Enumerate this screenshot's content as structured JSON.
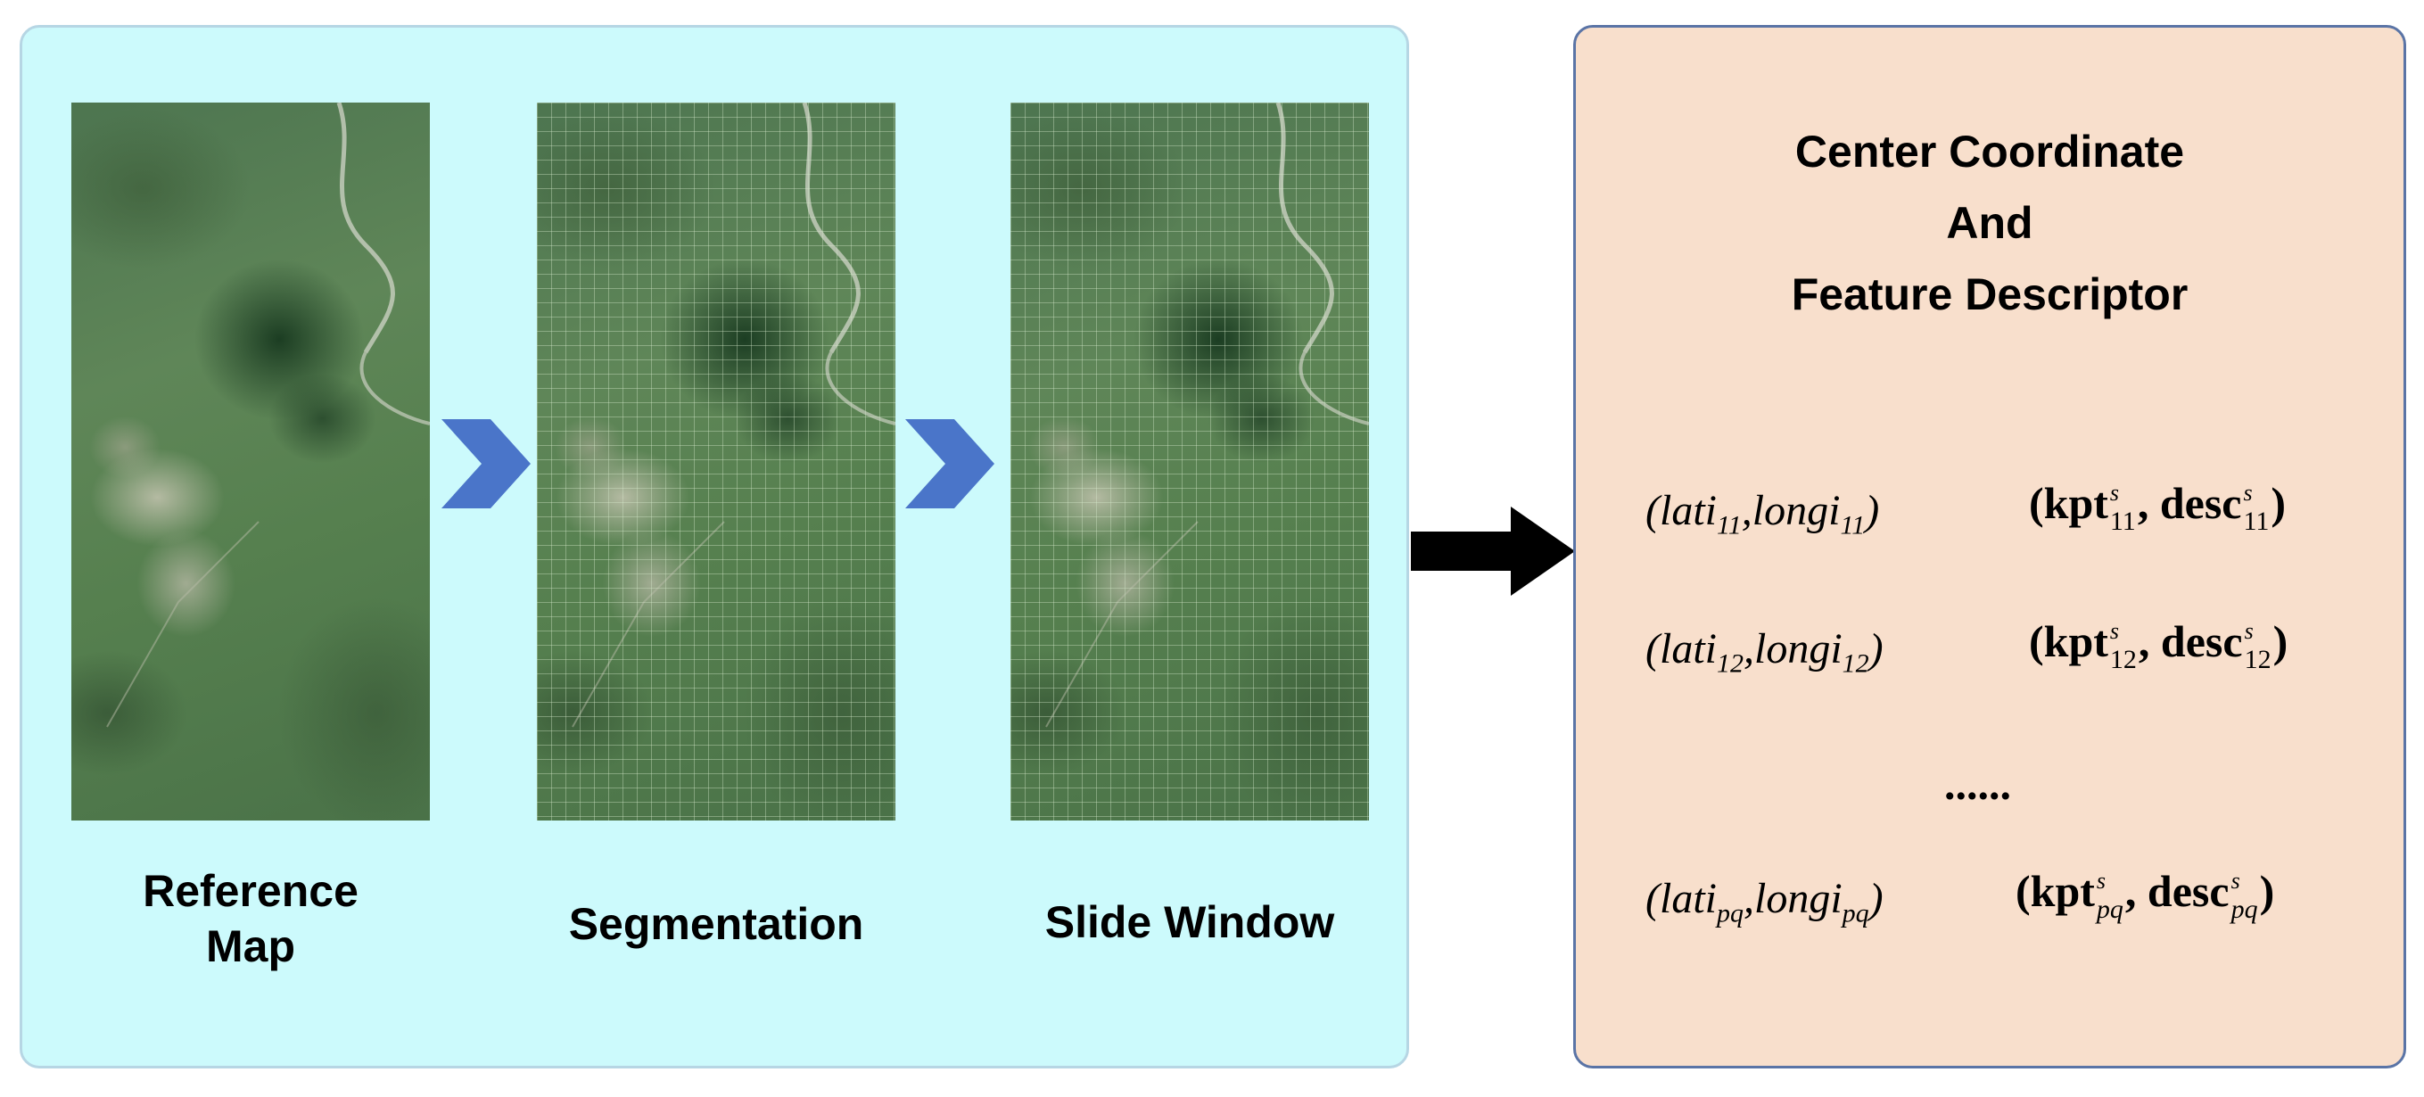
{
  "colors": {
    "left_panel_bg": "#ccfafc",
    "right_panel_bg": "#f8dfcc",
    "chevron": "#4a75c9",
    "arrow": "#000000"
  },
  "stages": [
    {
      "label_line1": "Reference",
      "label_line2": "Map"
    },
    {
      "label_line1": "Segmentation"
    },
    {
      "label_line1": "Slide Window"
    }
  ],
  "panel_title": {
    "line1": "Center Coordinate",
    "line2": "And",
    "line3": "Feature Descriptor"
  },
  "rows": [
    {
      "lat": "lati",
      "lon": "longi",
      "idx": "11",
      "kpt": "kpt",
      "desc": "desc",
      "sup": "s"
    },
    {
      "lat": "lati",
      "lon": "longi",
      "idx": "12",
      "kpt": "kpt",
      "desc": "desc",
      "sup": "s"
    },
    {
      "lat": "lati",
      "lon": "longi",
      "idx": "pq",
      "kpt": "kpt",
      "desc": "desc",
      "sup": "s"
    }
  ],
  "ellipsis": "......"
}
